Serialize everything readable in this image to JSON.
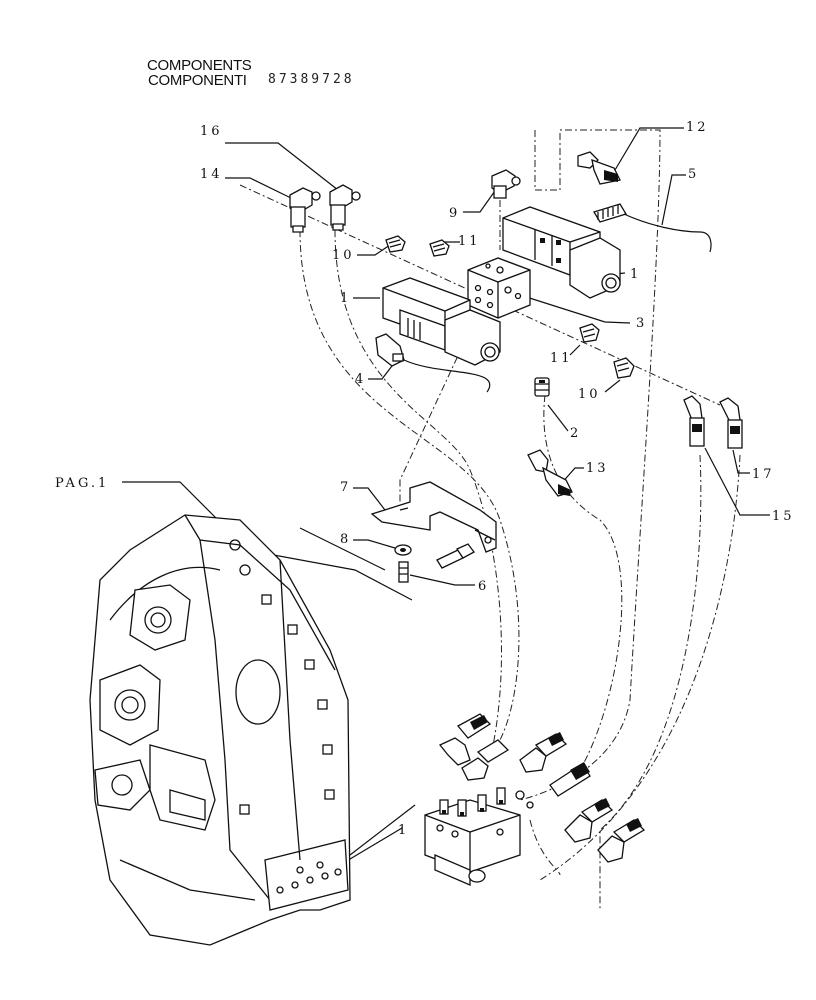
{
  "header": {
    "title_en": "COMPONENTS",
    "title_it": "COMPONENTI",
    "part_code": "87389728"
  },
  "callouts": {
    "c1a": "1",
    "c1b": "1",
    "c1c": "1",
    "c2": "2",
    "c3": "3",
    "c4": "4",
    "c5": "5",
    "c6": "6",
    "c7": "7",
    "c8": "8",
    "c9": "9",
    "c10a": "10",
    "c10b": "10",
    "c11a": "11",
    "c11b": "11",
    "c12": "12",
    "c13": "13",
    "c14": "14",
    "c15": "15",
    "c16": "16",
    "c17": "17",
    "pag": "PAG.1"
  }
}
